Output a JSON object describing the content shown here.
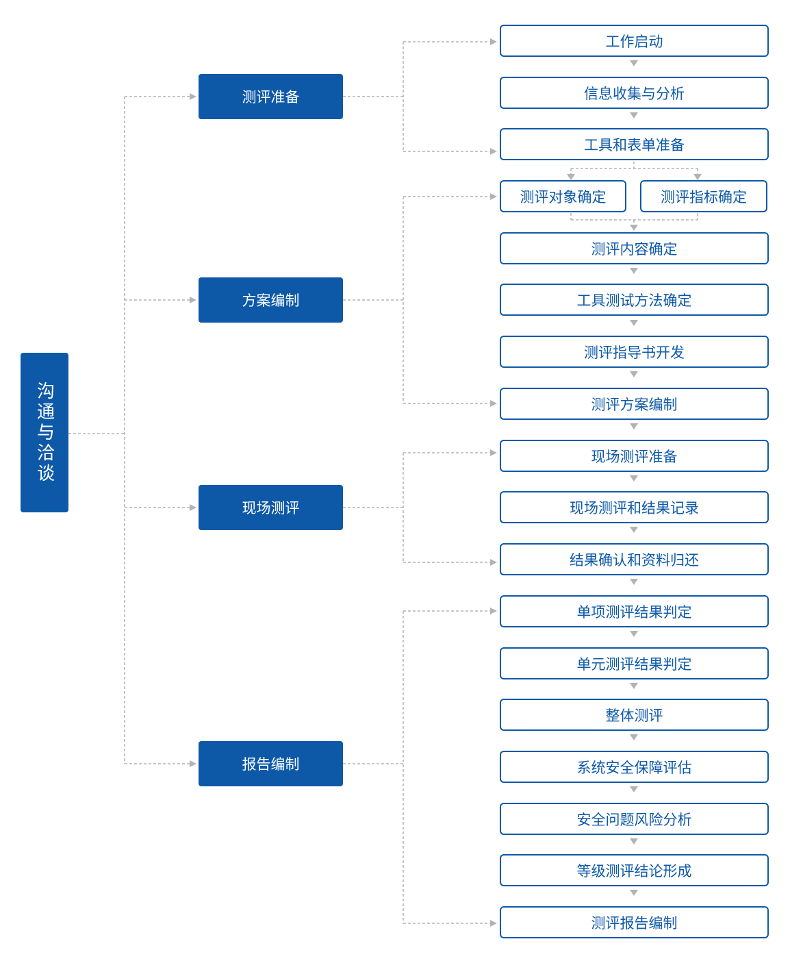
{
  "root": {
    "label": "沟通与洽谈"
  },
  "phases": [
    {
      "label": "测评准备"
    },
    {
      "label": "方案编制"
    },
    {
      "label": "现场测评"
    },
    {
      "label": "报告编制"
    }
  ],
  "steps": [
    {
      "label": "工作启动"
    },
    {
      "label": "信息收集与分析"
    },
    {
      "label": "工具和表单准备"
    },
    {
      "label": "测评对象确定"
    },
    {
      "label": "测评指标确定"
    },
    {
      "label": "测评内容确定"
    },
    {
      "label": "工具测试方法确定"
    },
    {
      "label": "测评指导书开发"
    },
    {
      "label": "测评方案编制"
    },
    {
      "label": "现场测评准备"
    },
    {
      "label": "现场测评和结果记录"
    },
    {
      "label": "结果确认和资料归还"
    },
    {
      "label": "单项测评结果判定"
    },
    {
      "label": "单元测评结果判定"
    },
    {
      "label": "整体测评"
    },
    {
      "label": "系统安全保障评估"
    },
    {
      "label": "安全问题风险分析"
    },
    {
      "label": "等级测评结论形成"
    },
    {
      "label": "测评报告编制"
    }
  ],
  "colors": {
    "primary": "#0d59a8",
    "connector": "#b3b3b3",
    "arrow": "#b3b3b3"
  }
}
